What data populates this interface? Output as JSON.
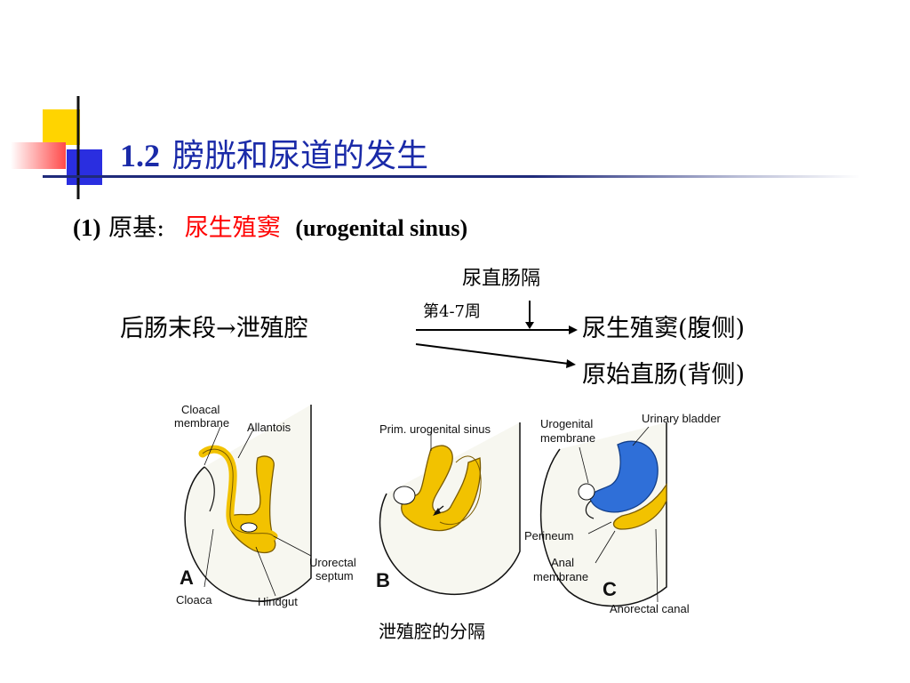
{
  "title": {
    "number": "1.2",
    "text": "膀胱和尿道的发生"
  },
  "subhead": {
    "prefix": "(1)",
    "label": "原基:",
    "term": "尿生殖窦",
    "english": "(urogenital sinus)"
  },
  "flow": {
    "septum_label": "尿直肠隔",
    "weeks_label": "第4-7周",
    "source": "后肠末段→泄殖腔",
    "ventral": "尿生殖窦(腹侧)",
    "dorsal": "原始直肠(背侧)"
  },
  "figure": {
    "labels": {
      "cloacal_membrane_1": "Cloacal",
      "cloacal_membrane_2": "membrane",
      "allantois": "Allantois",
      "urorectal_1": "Urorectal",
      "urorectal_2": "septum",
      "cloaca": "Cloaca",
      "hindgut": "Hindgut",
      "prim_sinus": "Prim. urogenital sinus",
      "urogenital_membrane_1": "Urogenital",
      "urogenital_membrane_2": "membrane",
      "urinary_bladder": "Urinary bladder",
      "perineum": "Perineum",
      "anal_membrane_1": "Anal",
      "anal_membrane_2": "membrane",
      "anorectal_canal": "Anorectal canal"
    },
    "panels": [
      "A",
      "B",
      "C"
    ],
    "caption": "泄殖腔的分隔"
  },
  "colors": {
    "title": "#1a2aa8",
    "accent_red": "#ff0000",
    "yellow": "#f2c200",
    "blue": "#2f6fd8",
    "deco_yellow": "#ffd400",
    "deco_blue": "#2a2ee0",
    "deco_red": "#ff5050"
  }
}
